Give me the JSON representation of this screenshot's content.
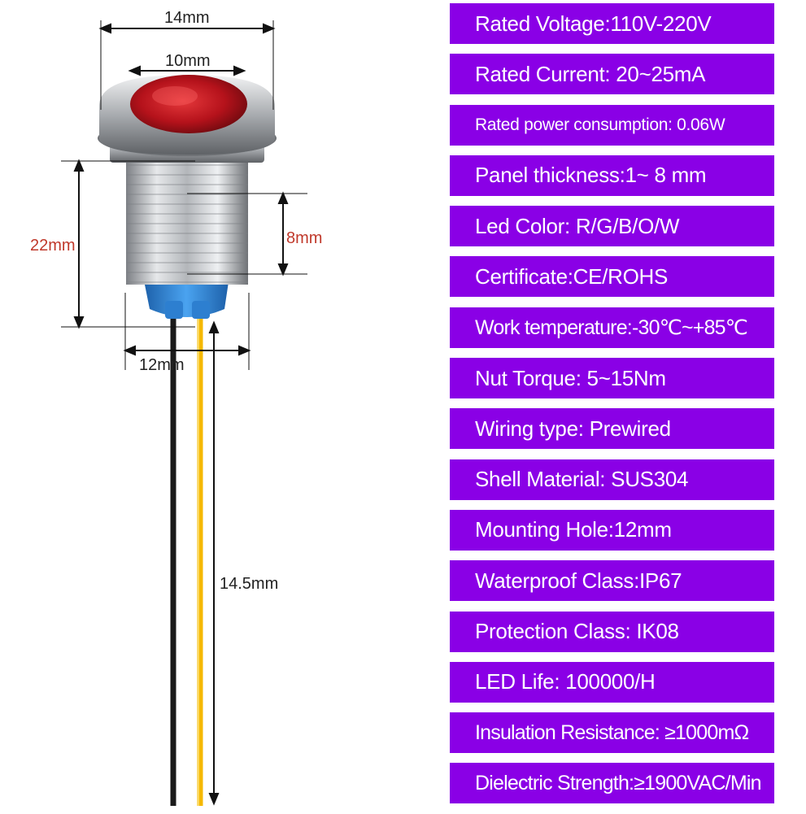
{
  "dimensions": {
    "outer_diameter": "14mm",
    "lens_diameter": "10mm",
    "body_length": "22mm",
    "thread_length": "8mm",
    "thread_diameter": "12mm",
    "wire_length": "14.5mm"
  },
  "colors": {
    "spec_background": "#8a00e6",
    "spec_text": "#ffffff",
    "lens": "#c8151b",
    "steel": "#b9bcc0",
    "connector": "#2e86de",
    "wire_black": "#1a1a1a",
    "wire_yellow": "#f5b800"
  },
  "specs": [
    "Rated Voltage:110V-220V",
    "Rated Current: 20~25mA",
    "Rated power consumption: 0.06W",
    "Panel thickness:1~ 8 mm",
    "Led Color:  R/G/B/O/W",
    "Certificate:CE/ROHS",
    "Work temperature:-30℃~+85℃",
    "Nut Torque: 5~15Nm",
    "Wiring type: Prewired",
    "Shell Material: SUS304",
    "Mounting Hole:12mm",
    "Waterproof Class:IP67",
    "Protection Class: IK08",
    "LED Life: 100000/H",
    "Insulation Resistance: ≥1000mΩ",
    "Dielectric Strength:≥1900VAC/Min"
  ]
}
